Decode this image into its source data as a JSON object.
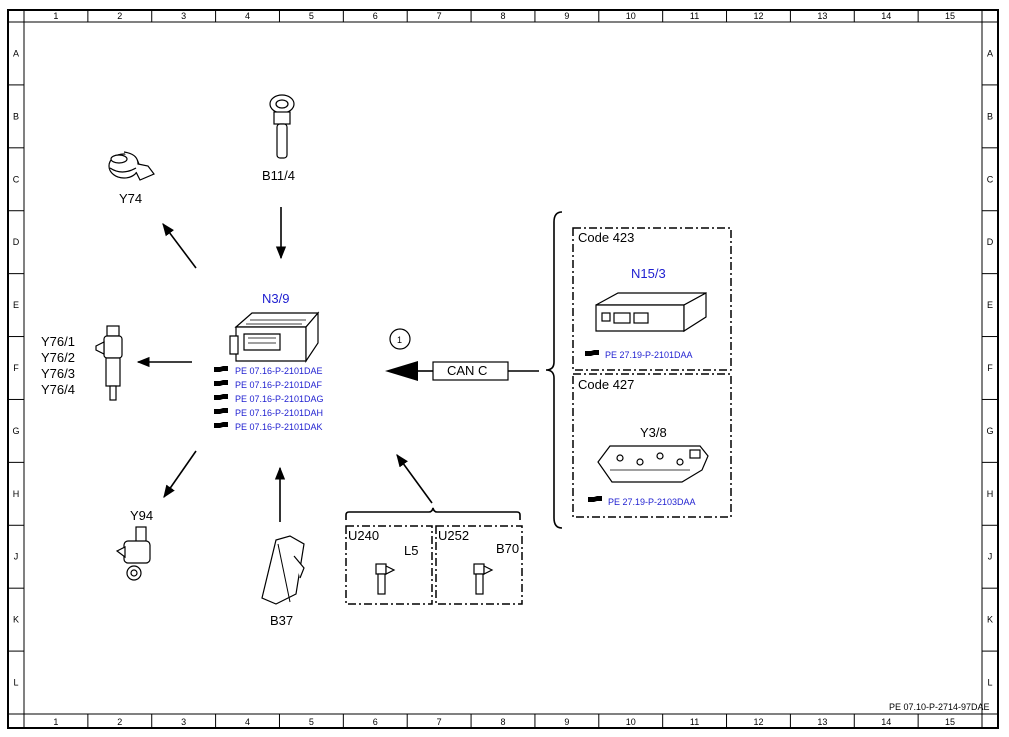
{
  "border": {
    "columns": [
      "1",
      "2",
      "3",
      "4",
      "5",
      "6",
      "7",
      "8",
      "9",
      "10",
      "11",
      "12",
      "13",
      "14",
      "15"
    ],
    "rows": [
      "A",
      "B",
      "C",
      "D",
      "E",
      "F",
      "G",
      "H",
      "J",
      "K",
      "L"
    ]
  },
  "components": {
    "b11_4": "B11/4",
    "y74": "Y74",
    "y76": [
      "Y76/1",
      "Y76/2",
      "Y76/3",
      "Y76/4"
    ],
    "y94": "Y94",
    "b37": "B37",
    "n3_9": "N3/9",
    "u240": "U240",
    "l5": "L5",
    "u252": "U252",
    "b70": "B70"
  },
  "n3_9_refs": [
    "PE 07.16-P-2101DAE",
    "PE 07.16-P-2101DAF",
    "PE 07.16-P-2101DAG",
    "PE 07.16-P-2101DAH",
    "PE 07.16-P-2101DAK"
  ],
  "can": {
    "label": "CAN C",
    "marker": "1"
  },
  "code423": {
    "title": "Code 423",
    "component": "N15/3",
    "ref": "PE 27.19-P-2101DAA"
  },
  "code427": {
    "title": "Code 427",
    "component": "Y3/8",
    "ref": "PE 27.19-P-2103DAA"
  },
  "doc_id": "PE 07.10-P-2714-97DAE",
  "colors": {
    "reference_text": "#1f1fd0",
    "line": "#000000"
  }
}
